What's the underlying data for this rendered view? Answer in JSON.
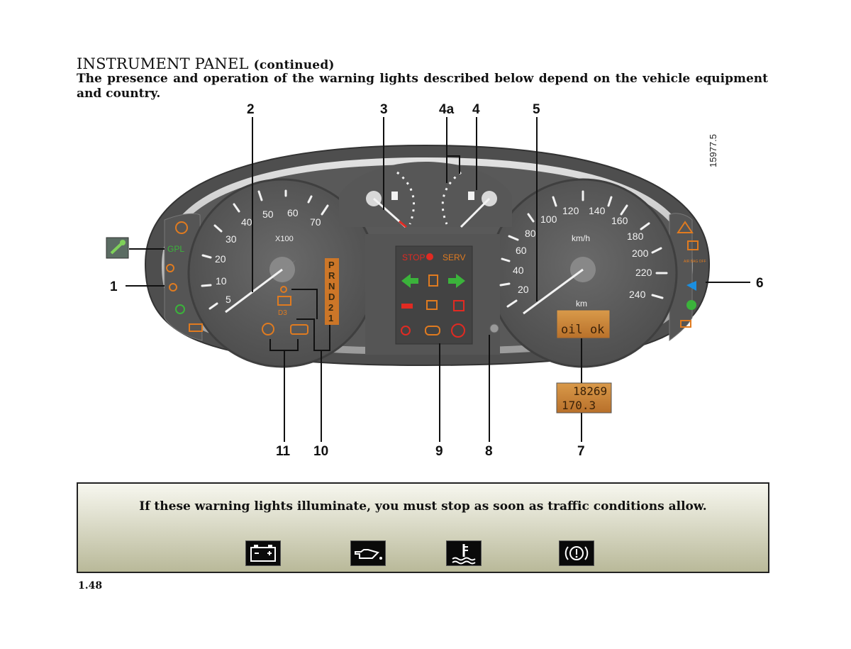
{
  "header": {
    "title": "INSTRUMENT PANEL",
    "title_suffix": "(continued)",
    "intro": "The presence and operation of the warning lights described below depend on the vehicle equipment and country."
  },
  "figure": {
    "ref_code": "15977.5",
    "callouts": [
      "1",
      "2",
      "3",
      "4a",
      "4",
      "5",
      "6",
      "7",
      "8",
      "9",
      "10",
      "11"
    ],
    "tacho": {
      "ticks": [
        "5",
        "10",
        "20",
        "30",
        "40",
        "50",
        "60",
        "70"
      ],
      "unit": "X100"
    },
    "speedo": {
      "ticks": [
        "20",
        "40",
        "60",
        "80",
        "100",
        "120",
        "140",
        "160",
        "180",
        "200",
        "220",
        "240"
      ],
      "unit": "km/h",
      "sub_unit": "km"
    },
    "gearbox": [
      "P",
      "R",
      "N",
      "D",
      "2",
      "1"
    ],
    "gear_d3": "D3",
    "lpg_label": "GPL",
    "center_panel": {
      "stop": "STOP",
      "serv": "SERV"
    },
    "display_main": "oil ok",
    "display_odo": "18269",
    "display_trip": "170.3",
    "airbag_label": "AIR BAG OFF"
  },
  "warning_box": {
    "message": "If these warning lights illuminate, you must stop as soon as traffic conditions allow.",
    "icons": [
      "battery-icon",
      "oil-pressure-icon",
      "coolant-temperature-icon",
      "brake-warning-icon"
    ]
  },
  "footer": {
    "page_number": "1.48"
  },
  "colors": {
    "panel": "#5c5c5c",
    "amber": "#e07b20",
    "green": "#3bb33b",
    "red": "#e12a22",
    "blue": "#1a8fe0",
    "lcd": "#c98333"
  }
}
